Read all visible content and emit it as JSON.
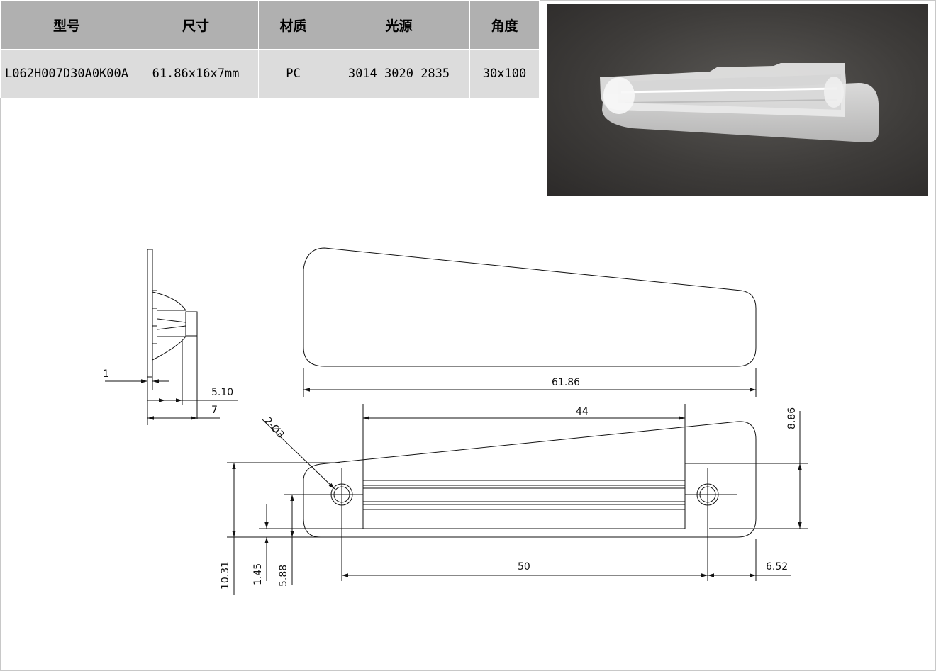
{
  "table": {
    "headers": [
      "型号",
      "尺寸",
      "材质",
      "光源",
      "角度"
    ],
    "row": [
      "L062H007D30A0K00A",
      "61.86x16x7mm",
      "PC",
      "3014 3020 2835",
      "30x100"
    ]
  },
  "drawing": {
    "dims": {
      "side_thickness": "1",
      "side_depth_a": "5.10",
      "side_depth_b": "7",
      "top_length": "61.86",
      "slot_length": "44",
      "hole_spec": "2-Ø3",
      "hole_pitch": "50",
      "end_offset": "6.52",
      "right_height": "8.86",
      "left_height": "10.31",
      "hole_offset_a": "1.45",
      "hole_offset_b": "5.88"
    }
  }
}
